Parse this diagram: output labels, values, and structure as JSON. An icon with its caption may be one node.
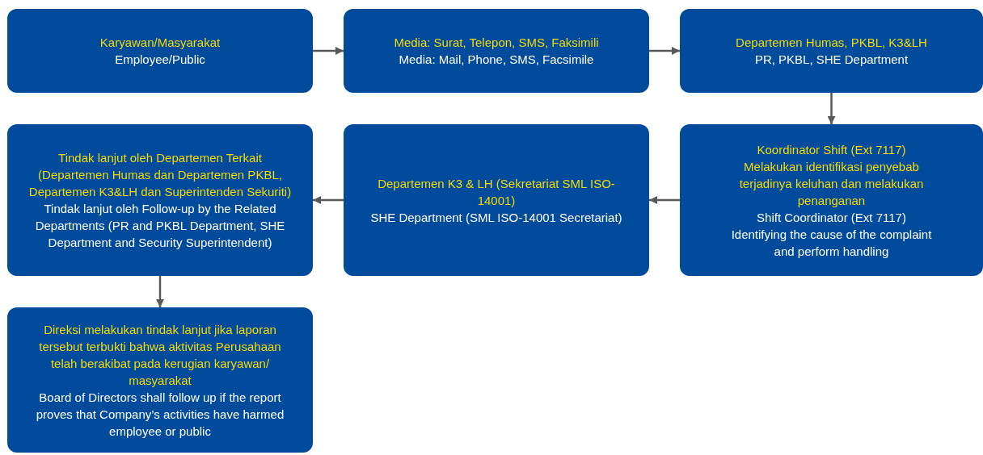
{
  "diagram": {
    "nodes": [
      {
        "text": [
          "Karyawan/Masyarakat",
          "Employee/Public"
        ]
      },
      {
        "text": [
          "Media: Surat, Telepon, SMS, Faksimili",
          "Media: Mail, Phone, SMS, Facsimile"
        ]
      },
      {
        "text": [
          "Departemen Humas, PKBL, K3&LH",
          "PR, PKBL, SHE Department"
        ]
      },
      {
        "text": [
          "Koordinator Shift (Ext 7117) Melakukan identifikasi penyebab terjadinya keluhan dan melakukan penanganan",
          "Shift Coordinator (Ext 7117) Identifying the cause of the complaint and perform handling"
        ]
      },
      {
        "text": [
          "Departemen K3 & LH (Sekretariat SML ISO-14001)",
          "SHE Department (SML ISO-14001 Secretariat)"
        ]
      },
      {
        "text": [
          "Tindak lanjut oleh Departemen Terkait (Departemen Humas dan Departemen PKBL, Departemen K3&LH dan Superintenden Sekuriti)",
          "Tindak lanjut oleh Follow-up by the Related Departments (PR and PKBL Department, SHE Department and Security Superintendent)"
        ]
      },
      {
        "text": [
          "Direksi melakukan tindak lanjut jika laporan tersebut terbukti bahwa aktivitas Perusahaan telah berakibat pada kerugian karyawan/ masyarakat",
          "Board of Directors shall follow up if the report proves that Company’s activities have harmed employee or public"
        ]
      }
    ],
    "edges": [
      {
        "from": 0,
        "to": 1,
        "arrow": "to"
      },
      {
        "from": 1,
        "to": 2,
        "arrow": "to"
      },
      {
        "from": 2,
        "to": 3,
        "arrow": "to"
      },
      {
        "from": 3,
        "to": 4,
        "arrow": "to"
      },
      {
        "from": 4,
        "to": 5,
        "arrow": "to"
      },
      {
        "from": 5,
        "to": 6,
        "arrow": "to"
      }
    ]
  }
}
